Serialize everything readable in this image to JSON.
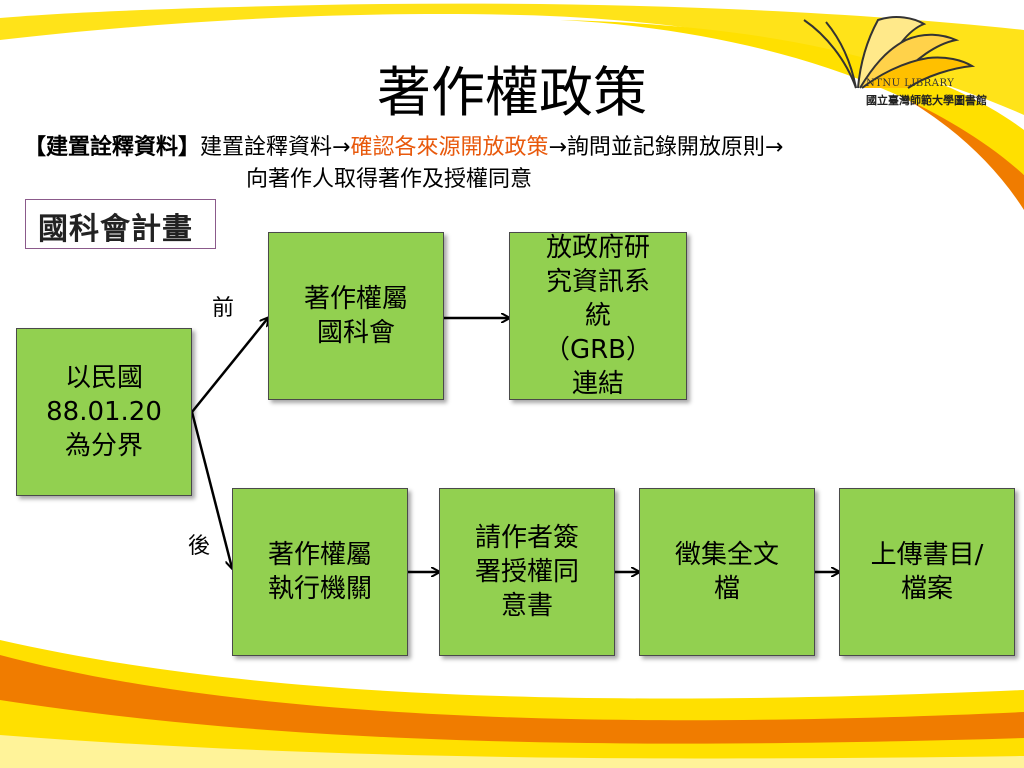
{
  "title": "著作權政策",
  "subtitle": {
    "bracket": "【建置詮釋資料】",
    "part1": "建置詮釋資料→",
    "highlight": "確認各來源開放政策",
    "part2": "→詢問並記錄開放原則→",
    "line2": "向著作人取得著作及授權同意"
  },
  "logo": {
    "english": "NTNU LIBRARY",
    "chinese": "國立臺灣師範大學圖書館"
  },
  "tag_label": "國科會計畫",
  "flow": {
    "start": "以民國\n88.01.20\n為分界",
    "before_label": "前",
    "after_label": "後",
    "before_steps": [
      "著作權屬\n國科會",
      "放政府研\n究資訊系\n統\n（GRB）\n連結"
    ],
    "after_steps": [
      "著作權屬\n執行機關",
      "請作者簽\n署授權同\n意書",
      "徵集全文\n檔",
      "上傳書目/\n檔案"
    ]
  },
  "colors": {
    "box_fill": "#92d050",
    "highlight_text": "#e8590c",
    "swoosh_orange": "#f07c00",
    "swoosh_yellow": "#ffe000"
  }
}
